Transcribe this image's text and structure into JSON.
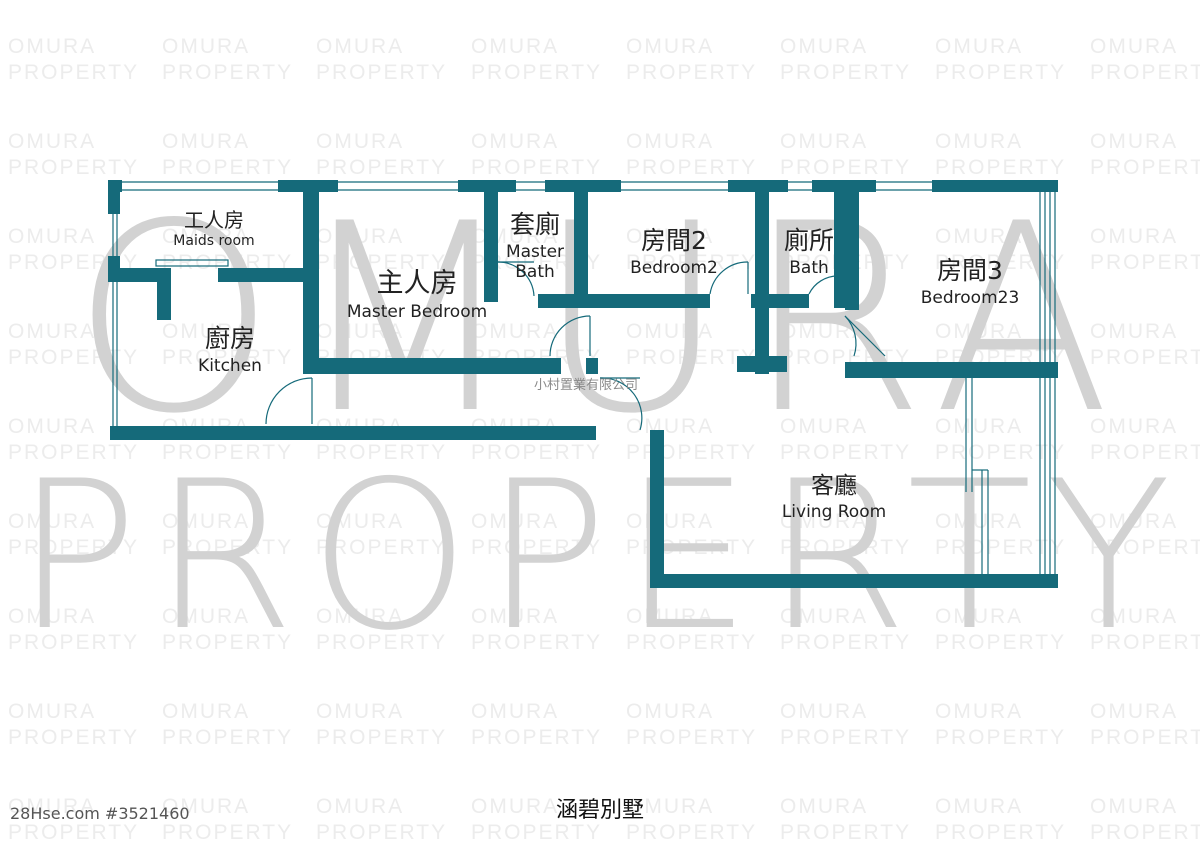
{
  "watermark": {
    "tile_lines": [
      "OMURA",
      "PROPERTY"
    ],
    "large_top": "OMURA",
    "large_bottom": "PROPERTY"
  },
  "rooms": {
    "maids": {
      "zh": "工人房",
      "en": "Maids room"
    },
    "master_bedroom": {
      "zh": "主人房",
      "en": "Master Bedroom"
    },
    "master_bath": {
      "zh": "套廁",
      "en_line1": "Master",
      "en_line2": "Bath"
    },
    "bedroom2": {
      "zh": "房間2",
      "en": "Bedroom2"
    },
    "bath": {
      "zh": "廁所",
      "en": "Bath"
    },
    "bedroom3": {
      "zh": "房間3",
      "en": "Bedroom23"
    },
    "kitchen": {
      "zh": "廚房",
      "en": "Kitchen"
    },
    "living": {
      "zh": "客廳",
      "en": "Living Room"
    }
  },
  "company_watermark": "小村置業有限公司",
  "estate_name": "涵碧別墅",
  "source_id": "28Hse.com #3521460",
  "colors": {
    "wall": "#156a7a",
    "watermark": "#d2d2d2"
  }
}
